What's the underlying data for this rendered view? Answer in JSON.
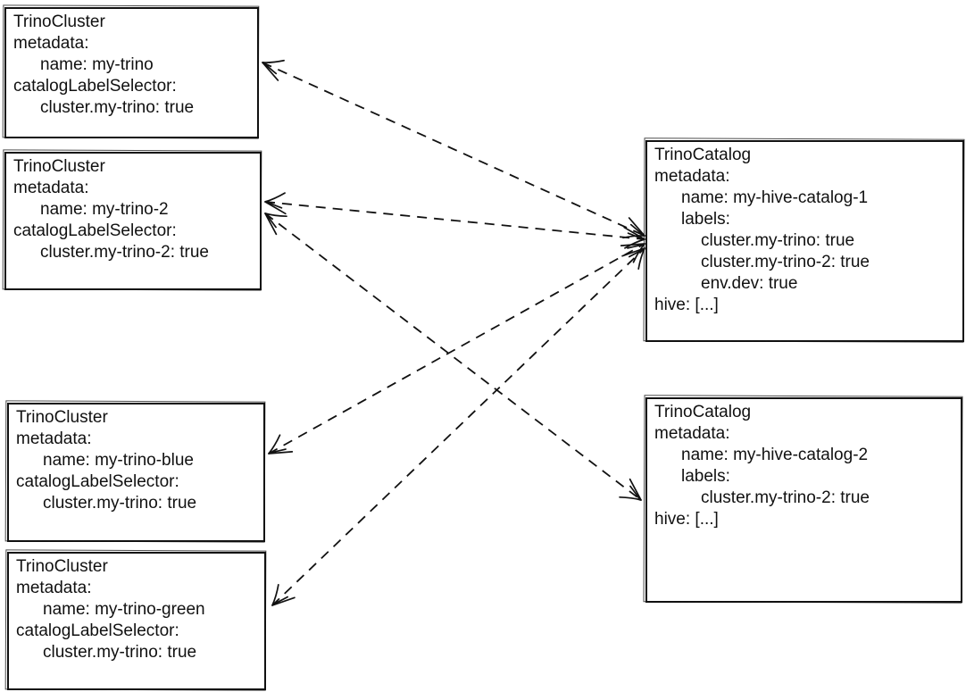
{
  "colors": {
    "ink": "#111111",
    "background": "#ffffff"
  },
  "boxes": {
    "cluster1": {
      "kind": "TrinoCluster",
      "name": "my-trino",
      "lines": [
        "TrinoCluster",
        "metadata:",
        "name: my-trino",
        "catalogLabelSelector:",
        "cluster.my-trino: true"
      ]
    },
    "cluster2": {
      "kind": "TrinoCluster",
      "name": "my-trino-2",
      "lines": [
        "TrinoCluster",
        "metadata:",
        "name: my-trino-2",
        "catalogLabelSelector:",
        "cluster.my-trino-2: true"
      ]
    },
    "cluster3": {
      "kind": "TrinoCluster",
      "name": "my-trino-blue",
      "lines": [
        "TrinoCluster",
        "metadata:",
        "name: my-trino-blue",
        "catalogLabelSelector:",
        "cluster.my-trino: true"
      ]
    },
    "cluster4": {
      "kind": "TrinoCluster",
      "name": "my-trino-green",
      "lines": [
        "TrinoCluster",
        "metadata:",
        "name: my-trino-green",
        "catalogLabelSelector:",
        "cluster.my-trino: true"
      ]
    },
    "catalog1": {
      "kind": "TrinoCatalog",
      "name": "my-hive-catalog-1",
      "lines": [
        "TrinoCatalog",
        "metadata:",
        "name: my-hive-catalog-1",
        "labels:",
        "cluster.my-trino: true",
        "cluster.my-trino-2: true",
        "env.dev: true",
        "hive: [...]"
      ]
    },
    "catalog2": {
      "kind": "TrinoCatalog",
      "name": "my-hive-catalog-2",
      "lines": [
        "TrinoCatalog",
        "metadata:",
        "name: my-hive-catalog-2",
        "labels:",
        "cluster.my-trino-2: true",
        "hive: [...]"
      ]
    }
  },
  "edges": [
    {
      "from": "my-trino",
      "to": "my-hive-catalog-1",
      "style": "dashed",
      "arrowheads": "both"
    },
    {
      "from": "my-trino-2",
      "to": "my-hive-catalog-1",
      "style": "dashed",
      "arrowheads": "both"
    },
    {
      "from": "my-trino-blue",
      "to": "my-hive-catalog-1",
      "style": "dashed",
      "arrowheads": "both"
    },
    {
      "from": "my-trino-green",
      "to": "my-hive-catalog-1",
      "style": "dashed",
      "arrowheads": "both"
    },
    {
      "from": "my-trino-2",
      "to": "my-hive-catalog-2",
      "style": "dashed",
      "arrowheads": "both"
    }
  ]
}
